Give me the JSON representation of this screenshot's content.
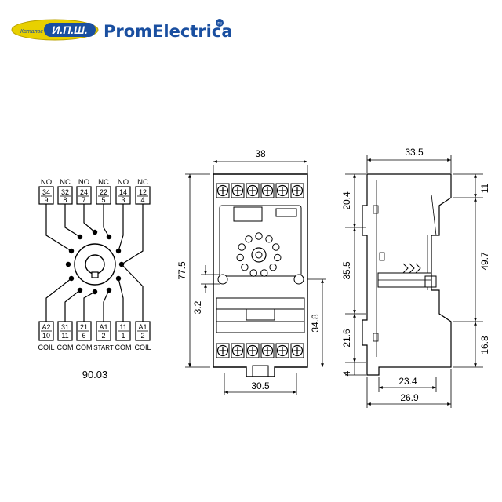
{
  "header": {
    "catalog_label": "Каталог",
    "catalog_brand": "И.П.Ш.",
    "company_name": "PromElectrica",
    "company_tld": "ru",
    "logo_color": "#1a4fa0",
    "badge_color": "#e8d000"
  },
  "wiring": {
    "model": "90.03",
    "top_terminals": [
      {
        "type": "NO",
        "num_top": "34",
        "num_bottom": "9"
      },
      {
        "type": "NC",
        "num_top": "32",
        "num_bottom": "8"
      },
      {
        "type": "NO",
        "num_top": "24",
        "num_bottom": "7"
      },
      {
        "type": "NC",
        "num_top": "22",
        "num_bottom": "5"
      },
      {
        "type": "NO",
        "num_top": "14",
        "num_bottom": "3"
      },
      {
        "type": "NC",
        "num_top": "12",
        "num_bottom": "4"
      }
    ],
    "bottom_terminals": [
      {
        "num_top": "A2",
        "num_bottom": "10",
        "label": "COIL"
      },
      {
        "num_top": "31",
        "num_bottom": "11",
        "label": "COM"
      },
      {
        "num_top": "21",
        "num_bottom": "6",
        "label": "COM"
      },
      {
        "num_top": "A1",
        "num_bottom": "2",
        "label": "START"
      },
      {
        "num_top": "11",
        "num_bottom": "1",
        "label": "COM"
      },
      {
        "num_top": "A1",
        "num_bottom": "2",
        "label": "COIL"
      }
    ]
  },
  "front_view": {
    "width_dim": "38",
    "height_dim": "77.5",
    "bottom_width_dim": "30.5",
    "small_dim": "3.2",
    "lower_height_dim": "34.8"
  },
  "side_view": {
    "top_width_dim": "33.5",
    "left_top_dim": "20.4",
    "left_mid_dim": "35.5",
    "left_lower_dim": "21.6",
    "left_bottom_dim": "4",
    "right_top_dim": "11",
    "right_mid_dim": "49.7",
    "right_bottom_dim": "16.8",
    "bottom_inner_dim": "23.4",
    "bottom_outer_dim": "26.9"
  }
}
